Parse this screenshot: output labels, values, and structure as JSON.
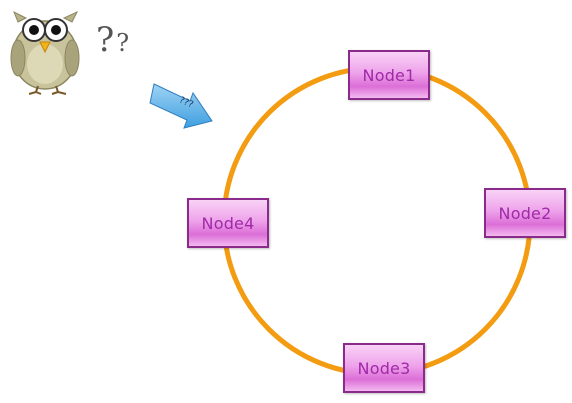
{
  "diagram": {
    "nodes": [
      {
        "label": "Node1"
      },
      {
        "label": "Node2"
      },
      {
        "label": "Node3"
      },
      {
        "label": "Node4"
      }
    ],
    "arrow_label": "???",
    "question_marks": {
      "big": "?",
      "small": "?"
    },
    "colors": {
      "ring": "#f39c12",
      "node_border": "#8a2a8a",
      "node_text": "#a12aa8",
      "arrow_fill": "#5aaee6"
    },
    "icons": [
      "owl-icon",
      "arrow-icon"
    ]
  }
}
